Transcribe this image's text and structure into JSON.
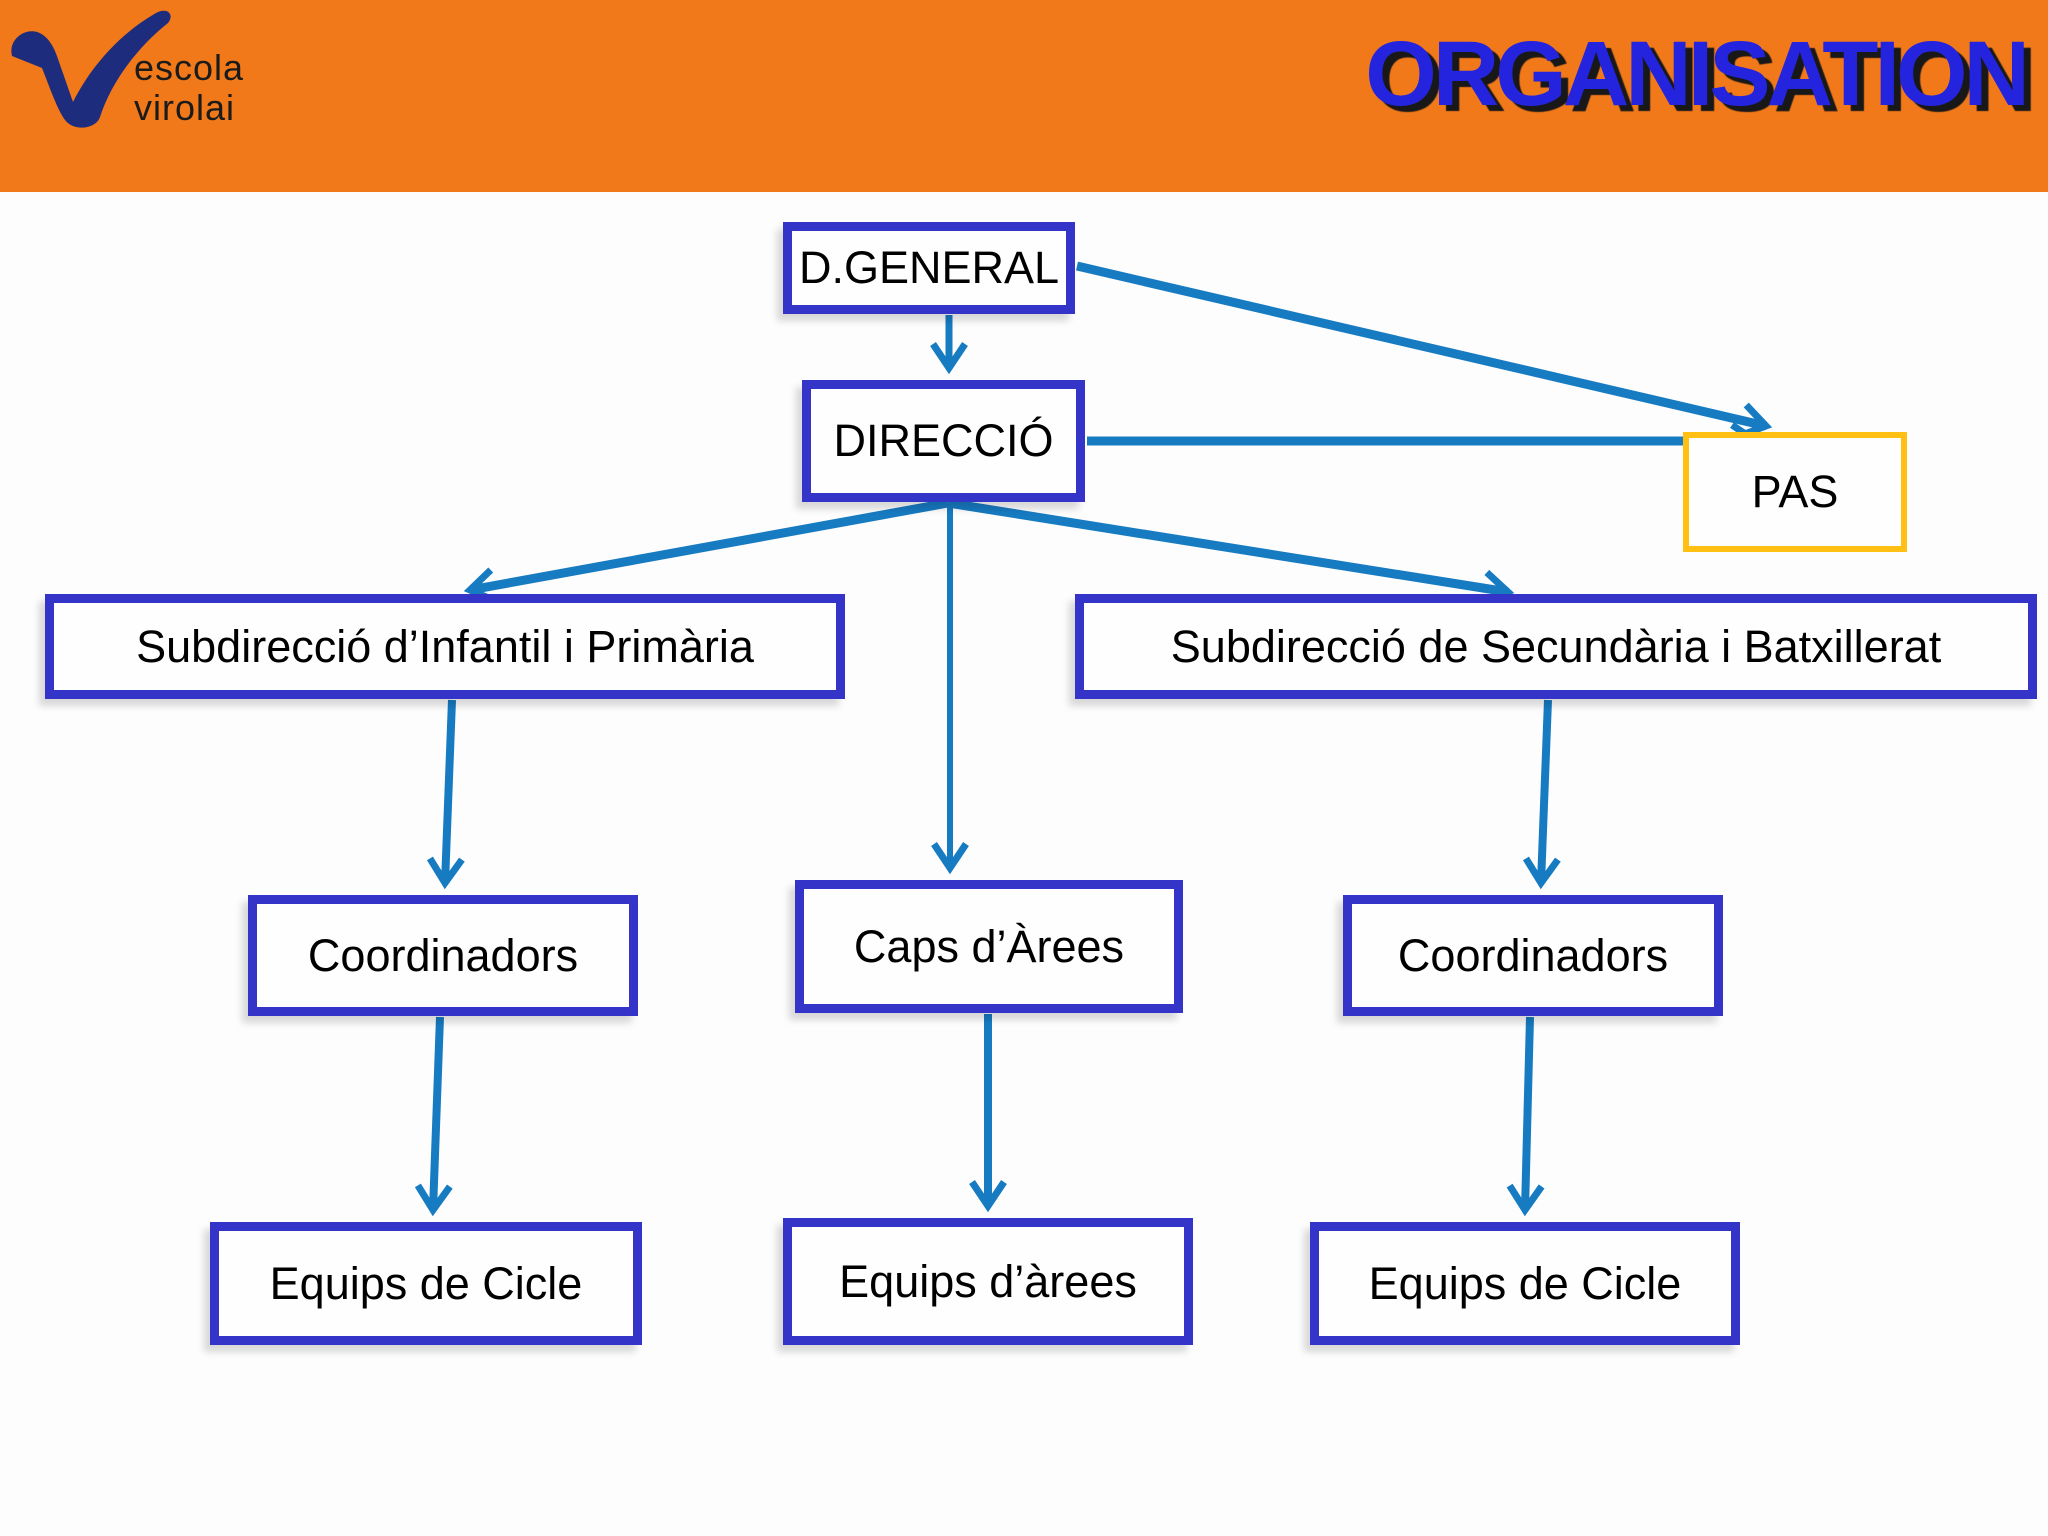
{
  "header": {
    "title": "ORGANISATION",
    "logo_line1": "escola",
    "logo_line2": "virolai"
  },
  "colors": {
    "header_bg": "#F2791A",
    "title_text": "#2424DF",
    "node_border_blue": "#3434C8",
    "pas_border_gold": "#FFC013",
    "arrow_blue": "#177BC2",
    "logo_navy": "#1D2C7C"
  },
  "diagram": {
    "nodes": {
      "d_general": {
        "label": "D.GENERAL"
      },
      "direccio": {
        "label": "DIRECCIÓ"
      },
      "pas": {
        "label": "PAS"
      },
      "sub_infantil": {
        "label": "Subdirecció d’Infantil i Primària"
      },
      "sub_secundaria": {
        "label": "Subdirecció de Secundària i Batxillerat"
      },
      "coordinadors_left": {
        "label": "Coordinadors"
      },
      "caps_arees": {
        "label": "Caps d’Àrees"
      },
      "coordinadors_right": {
        "label": "Coordinadors"
      },
      "equips_cicle_left": {
        "label": "Equips de Cicle"
      },
      "equips_arees": {
        "label": "Equips d’àrees"
      },
      "equips_cicle_right": {
        "label": "Equips de Cicle"
      }
    },
    "edges": [
      {
        "from": "d_general",
        "to": "direccio"
      },
      {
        "from": "d_general",
        "to": "pas"
      },
      {
        "from": "direccio",
        "to": "pas"
      },
      {
        "from": "direccio",
        "to": "sub_infantil"
      },
      {
        "from": "direccio",
        "to": "caps_arees"
      },
      {
        "from": "direccio",
        "to": "sub_secundaria"
      },
      {
        "from": "sub_infantil",
        "to": "coordinadors_left"
      },
      {
        "from": "coordinadors_left",
        "to": "equips_cicle_left"
      },
      {
        "from": "caps_arees",
        "to": "equips_arees"
      },
      {
        "from": "sub_secundaria",
        "to": "coordinadors_right"
      },
      {
        "from": "coordinadors_right",
        "to": "equips_cicle_right"
      }
    ]
  }
}
